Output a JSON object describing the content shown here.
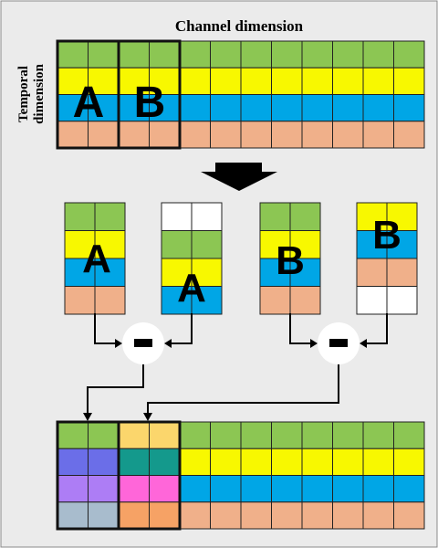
{
  "labels": {
    "channel_dimension": "Channel dimension",
    "temporal_line1": "Temporal",
    "temporal_line2": "dimension"
  },
  "blocks": {
    "a": "A",
    "b": "B"
  },
  "operators": {
    "minus": "−"
  },
  "colors": {
    "background": "#ebebeb",
    "frame": "#1a1a1a",
    "green": "#8cc653",
    "yellow": "#f8f800",
    "blue": "#00a6e6",
    "salmon": "#f0b08a",
    "white": "#ffffff",
    "purple_blue": "#6b6ee8",
    "violet": "#ad7df5",
    "slate": "#a8bccd",
    "gold": "#fbd66c",
    "teal": "#14998c",
    "magenta": "#ff66d9",
    "orange": "#f6a265"
  }
}
